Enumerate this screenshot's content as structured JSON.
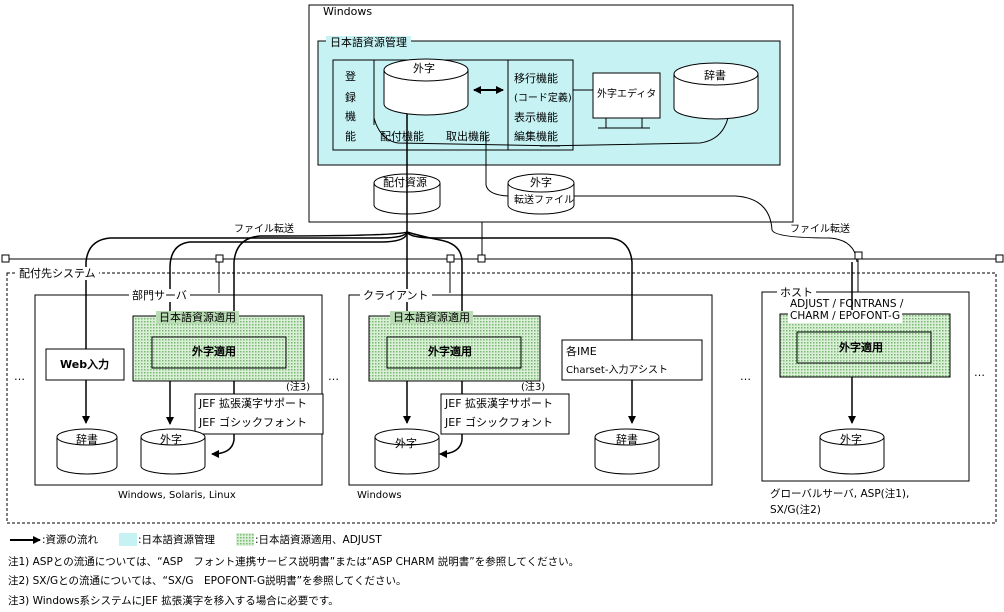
{
  "colors": {
    "resource_mgmt": "#c6f2f4",
    "resource_apply": "#b9dcb4"
  },
  "windows": {
    "title": "Windows",
    "mgmt_title": "日本語資源管理",
    "gaiji": "外字",
    "register": [
      "登",
      "録",
      "機",
      "能"
    ],
    "distribute_func": "配付機能",
    "extract_func": "取出機能",
    "functions": [
      "移行機能",
      "(コード定義)",
      "表示機能",
      "編集機能"
    ],
    "editor": "外字エディタ",
    "dict": "辞書",
    "dist_resource": "配付資源",
    "transfer_gaiji": "外字",
    "transfer_file": "転送ファイル"
  },
  "transfer_label_left": "ファイル転送",
  "transfer_label_right": "ファイル転送",
  "target_system": "配付先システム",
  "ellipsis": "…",
  "dept_server": {
    "title": "部門サーバ",
    "apply_title": "日本語資源適用",
    "gaiji_apply": "外字適用",
    "web_input": "Web入力",
    "note_ref": "(注3)",
    "jef": [
      "JEF 拡張漢字サポート",
      "JEF ゴシックフォント"
    ],
    "dict": "辞書",
    "gaiji": "外字",
    "os": "Windows, Solaris, Linux"
  },
  "client": {
    "title": "クライアント",
    "apply_title": "日本語資源適用",
    "gaiji_apply": "外字適用",
    "ime": [
      "各IME",
      "Charset-入力アシスト"
    ],
    "note_ref": "(注3)",
    "jef": [
      "JEF 拡張漢字サポート",
      "JEF ゴシックフォント"
    ],
    "gaiji": "外字",
    "dict": "辞書",
    "os": "Windows"
  },
  "host": {
    "title": "ホスト",
    "products": [
      "ADJUST / FONTRANS /",
      "CHARM / EPOFONT-G"
    ],
    "gaiji_apply": "外字適用",
    "gaiji": "外字",
    "os": [
      "グローバルサーバ, ASP(注1),",
      "SX/G(注2)"
    ]
  },
  "legend": {
    "flow": ":資源の流れ",
    "mgmt": ":日本語資源管理",
    "apply": ":日本語資源適用、ADJUST"
  },
  "notes": [
    "注1) ASPとの流通については、“ASP　フォント連携サービス説明書”または“ASP CHARM 説明書”を参照してください。",
    "注2) SX/Gとの流通については、“SX/G　EPOFONT-G説明書”を参照してください。",
    "注3) Windows系システムにJEF 拡張漢字を移入する場合に必要です。"
  ]
}
